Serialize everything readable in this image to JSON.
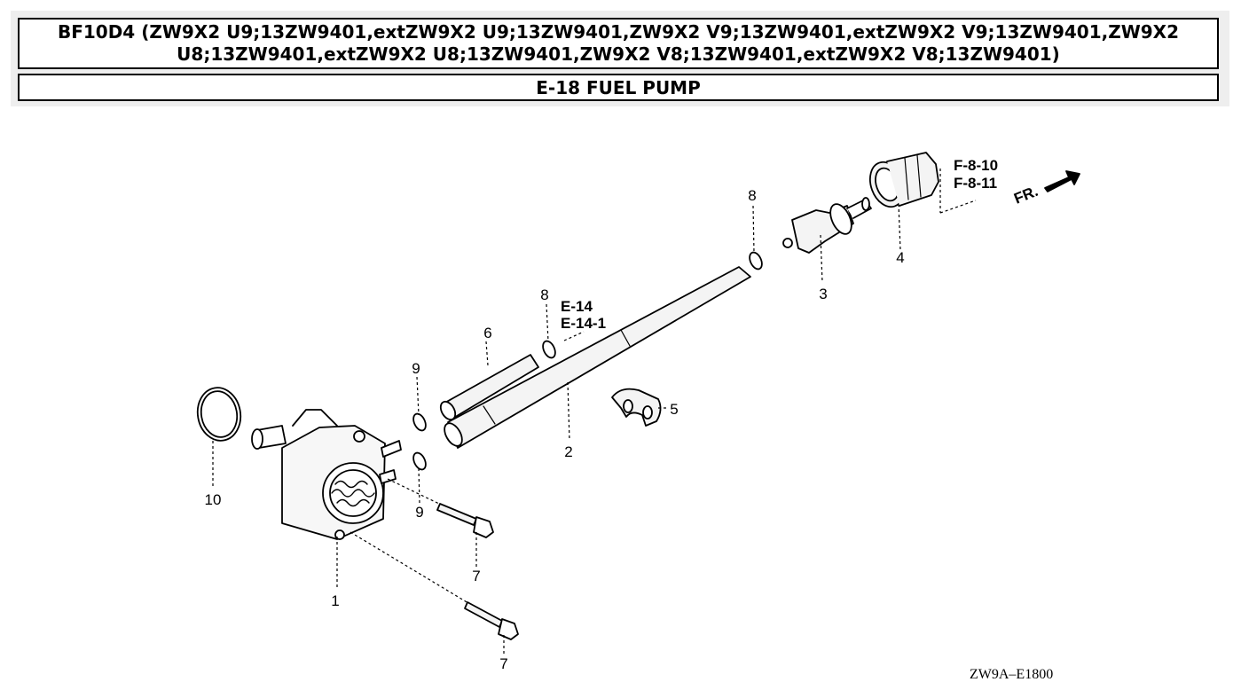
{
  "header": {
    "title": "BF10D4 (ZW9X2 U9;13ZW9401,extZW9X2 U9;13ZW9401,ZW9X2 V9;13ZW9401,extZW9X2 V9;13ZW9401,ZW9X2 U8;13ZW9401,extZW9X2 U8;13ZW9401,ZW9X2 V8;13ZW9401,extZW9X2 V8;13ZW9401)",
    "subtitle": "E-18 FUEL PUMP"
  },
  "diagram": {
    "part_labels": {
      "p1": "1",
      "p2": "2",
      "p3": "3",
      "p4": "4",
      "p5": "5",
      "p6": "6",
      "p7a": "7",
      "p7b": "7",
      "p8a": "8",
      "p8b": "8",
      "p9a": "9",
      "p9b": "9",
      "p10": "10"
    },
    "references": {
      "e14": "E-14",
      "e14_1": "E-14-1",
      "f8_10": "F-8-10",
      "f8_11": "F-8-11",
      "front": "FR."
    },
    "drawing_code": "ZW9A–E1800"
  }
}
